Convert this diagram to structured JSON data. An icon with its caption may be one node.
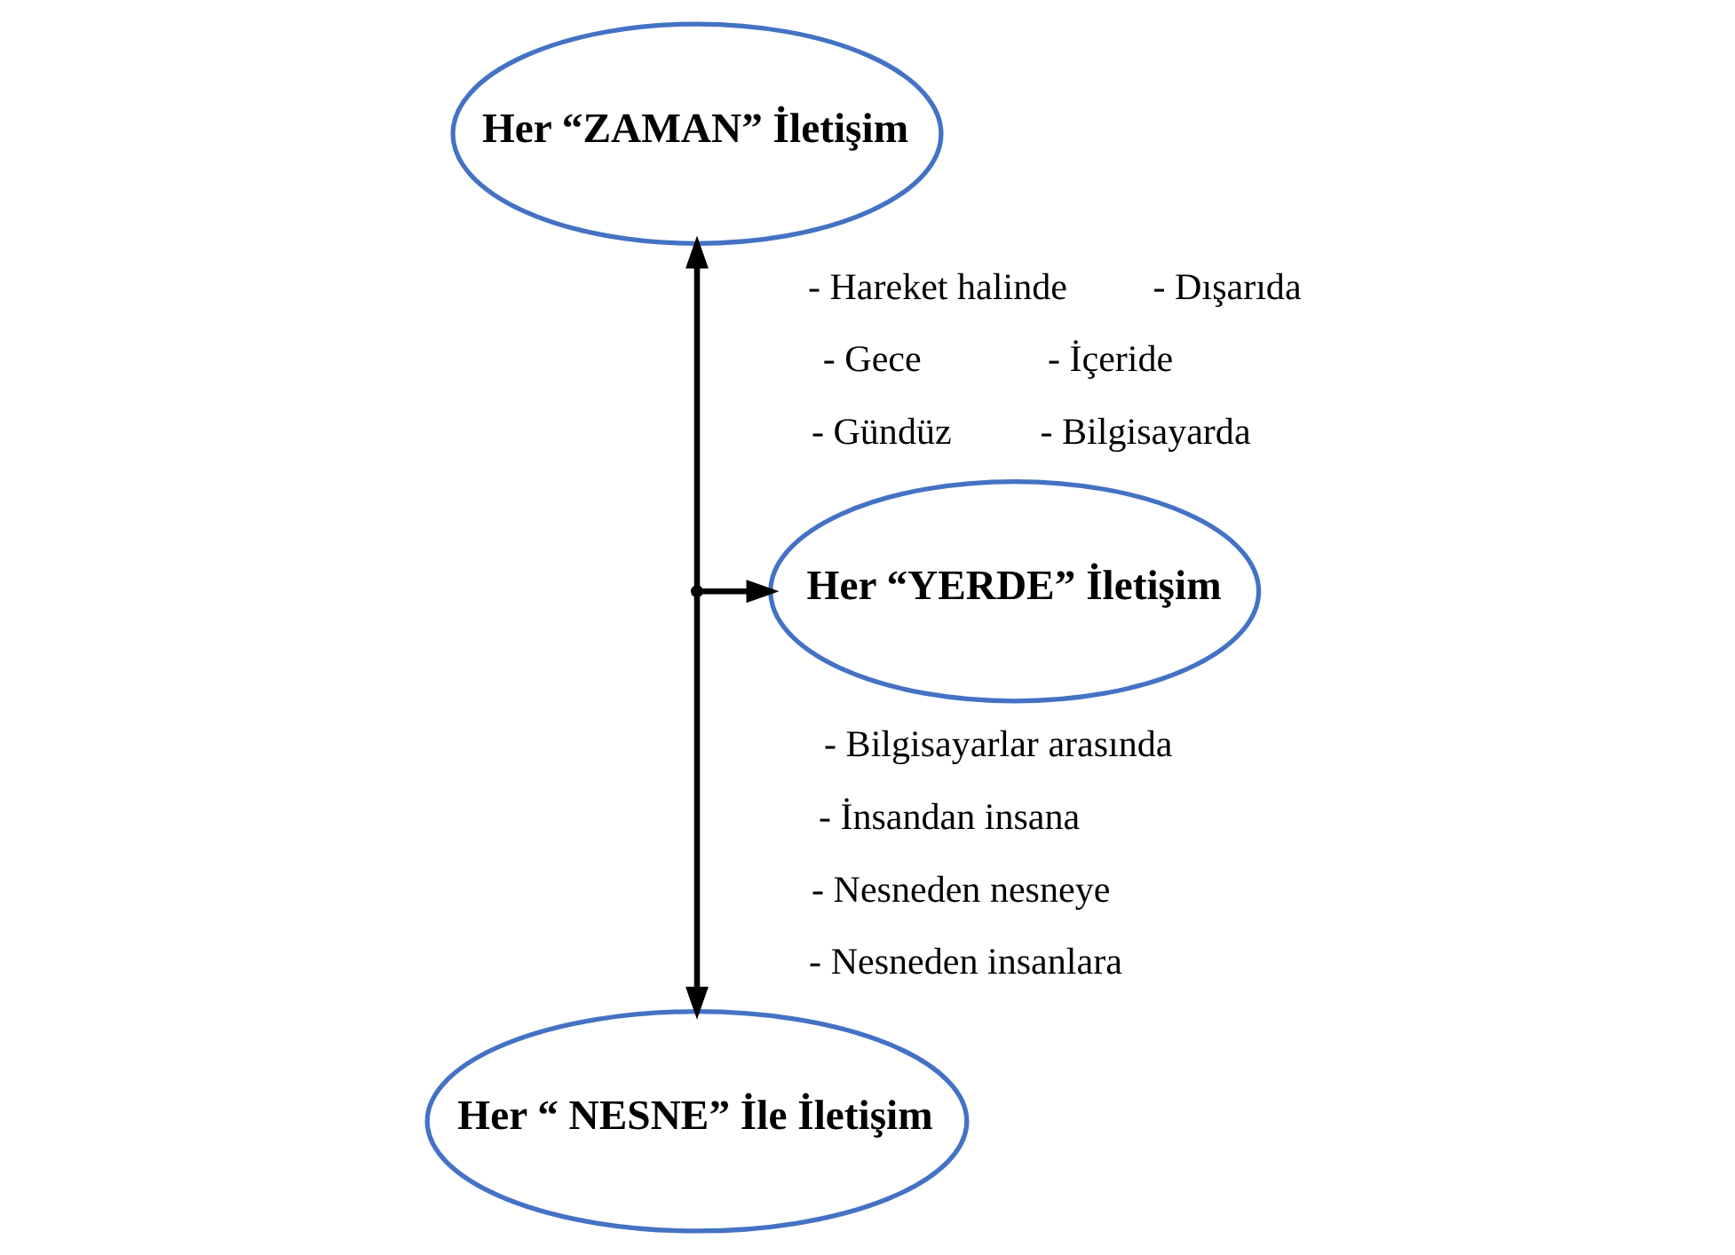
{
  "diagram": {
    "nodes": [
      {
        "text": [
          "Her “ZAMAN” İletişim"
        ]
      },
      {
        "text": [
          "Her “YERDE” İletişim"
        ]
      },
      {
        "text": [
          "Her “ NESNE” İle İletişim"
        ]
      },
      {
        "text": [],
        "shape": "point"
      }
    ],
    "edges": [
      {
        "from": 3,
        "to": 0,
        "arrow": "to"
      },
      {
        "from": 3,
        "to": 1,
        "arrow": "to"
      },
      {
        "from": 3,
        "to": 2,
        "arrow": "to"
      }
    ],
    "labels": [
      "- Hareket halinde",
      "- Dışarıda",
      "- Gece",
      "- İçeride",
      "- Gündüz",
      "- Bilgisayarda",
      "- Bilgisayarlar arasında",
      "- İnsandan insana",
      "- Nesneden nesneye",
      "- Nesneden insanlara"
    ]
  }
}
